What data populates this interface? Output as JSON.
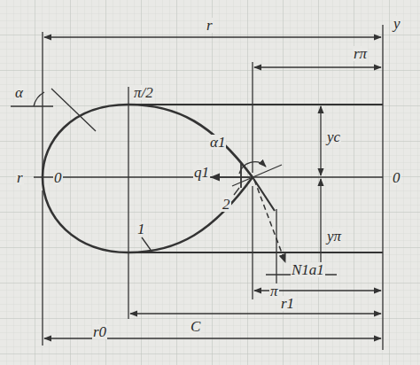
{
  "diagram": {
    "labels": [
      "r",
      "y",
      "rπ",
      "α",
      "π/2",
      "α1",
      "q1",
      "yc",
      "0",
      "r",
      "0",
      "2",
      "1",
      "N1a1",
      "yπ",
      "π",
      "r1",
      "C",
      "r0"
    ]
  }
}
